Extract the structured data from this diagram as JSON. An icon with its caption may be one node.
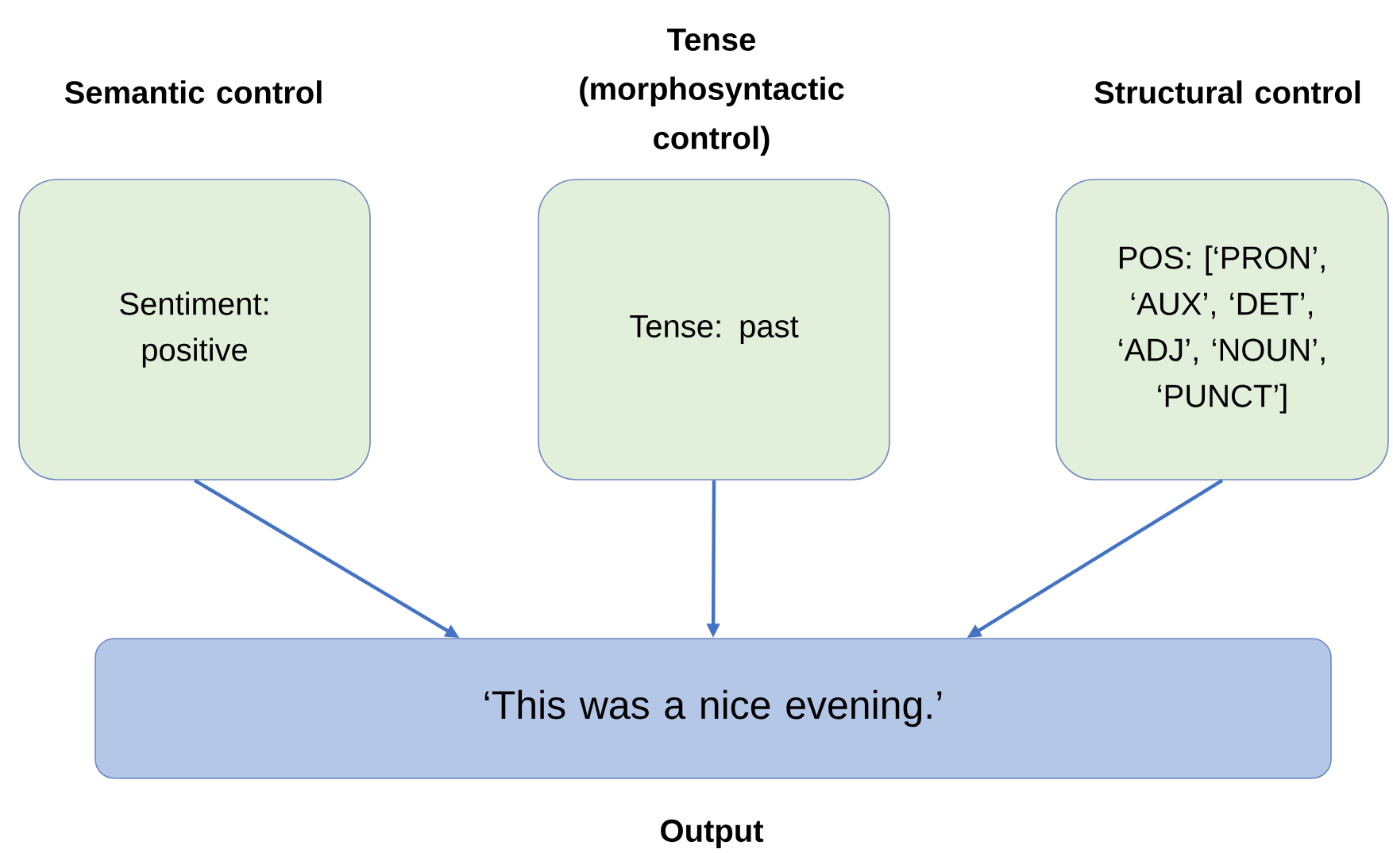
{
  "diagram": {
    "nodes": [
      {
        "text": [
          "Semantic control",
          "Sentiment: positive"
        ]
      },
      {
        "text": [
          "Tense (morphosyntactic control)",
          "Tense: past"
        ]
      },
      {
        "text": [
          "Structural control",
          "POS: [‘PRON’, ‘AUX’, ‘DET’, ‘ADJ’, ‘NOUN’, ‘PUNCT’]"
        ]
      },
      {
        "text": [
          "‘This was a nice evening.’",
          "Output"
        ]
      }
    ],
    "edges": [
      {
        "from": 0,
        "to": 3,
        "arrow": "to"
      },
      {
        "from": 1,
        "to": 3,
        "arrow": "to"
      },
      {
        "from": 2,
        "to": 3,
        "arrow": "to"
      }
    ]
  }
}
